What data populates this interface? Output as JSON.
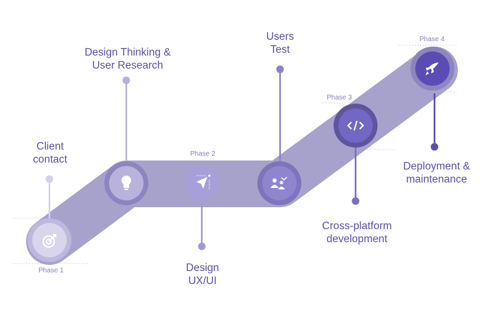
{
  "phases": [
    {
      "label": "Phase 1"
    },
    {
      "label": "Phase 2"
    },
    {
      "label": "Phase 3"
    },
    {
      "label": "Phase 4"
    }
  ],
  "steps": [
    {
      "line1": "Client",
      "line2": "contact",
      "icon": "target-icon"
    },
    {
      "line1": "Design Thinking &",
      "line2": "User Research",
      "icon": "lightbulb-icon"
    },
    {
      "line1": "Design",
      "line2": "UX/UI",
      "icon": "cursor-pointer-icon"
    },
    {
      "line1": "Users",
      "line2": "Test",
      "icon": "users-presentation-icon"
    },
    {
      "line1": "Cross-platform",
      "line2": "development",
      "icon": "code-icon"
    },
    {
      "line1": "Deployment &",
      "line2": "maintenance",
      "icon": "rocket-icon"
    }
  ],
  "colors": {
    "track": "#a7a2cc",
    "text": "#5b4fa8",
    "phase_text": "#8a82b8"
  }
}
